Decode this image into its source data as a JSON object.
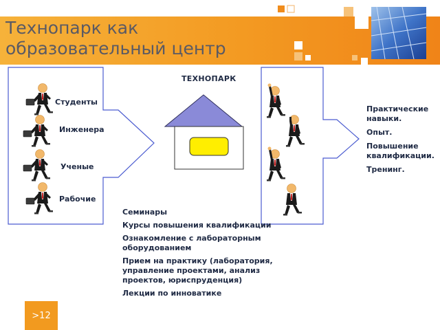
{
  "slide": {
    "title_line1": "Технопарк как",
    "title_line2": "образовательный центр",
    "number": ">12"
  },
  "diagram": {
    "center_label": "ТЕХНОПАРК",
    "inputs": [
      "Студенты",
      "Инженера",
      "Ученые",
      "Рабочие"
    ],
    "outcomes": [
      "Практические навыки.",
      "Опыт.",
      "Повышение квалификации.",
      "Тренинг."
    ],
    "activities": [
      "Семинары",
      "Курсы повышения квалификации",
      "Ознакомление с лабораторным оборудованием",
      "Прием на практику (лаборатория, управление проектами, анализ проектов, юриспруденция)",
      "Лекции по инноватике"
    ]
  },
  "colors": {
    "header_orange": "#f0901e",
    "house_roof": "#8a8ad8",
    "door_yellow": "#ffee00",
    "border_blue": "#4a5bd0",
    "tie_red": "#cc2222"
  }
}
